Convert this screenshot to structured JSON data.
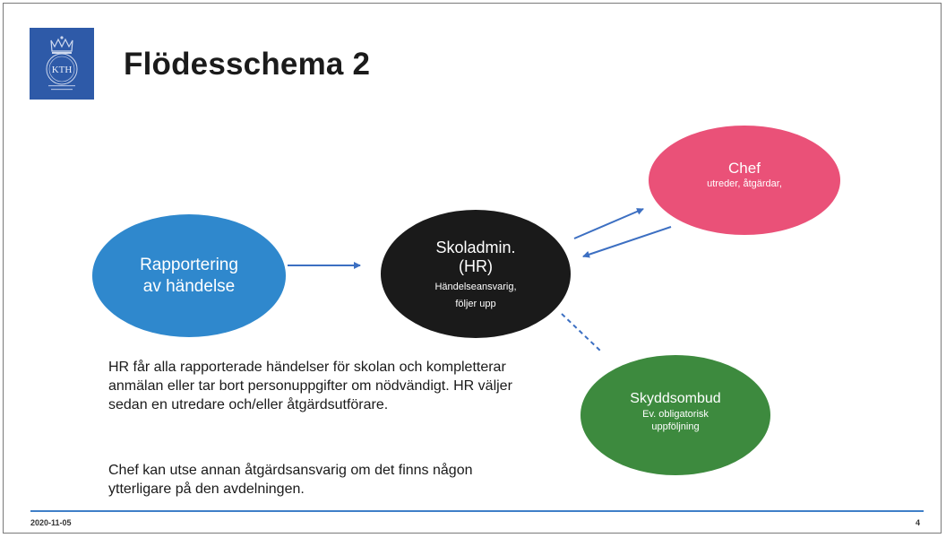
{
  "slide": {
    "title": "Flödesschema 2",
    "logo_text": "KTH",
    "date": "2020-11-05",
    "page_number": "4"
  },
  "nodes": {
    "rapportering": {
      "line1": "Rapportering",
      "line2": "av händelse",
      "color": "#2f88cd"
    },
    "hr": {
      "line1": "Skoladmin.",
      "line2": "(HR)",
      "line3": "Händelseansvarig,",
      "line4": "följer upp",
      "color": "#1a1a1a"
    },
    "chef": {
      "line1": "Chef",
      "line2": "utreder, åtgärdar,",
      "color": "#ea5178"
    },
    "skyddsombud": {
      "line1": "Skyddsombud",
      "line2": "Ev. obligatorisk",
      "line3": "uppföljning",
      "color": "#3d8a3e"
    }
  },
  "notes": {
    "paragraph1": "HR får alla rapporterade händelser för skolan och kompletterar anmälan eller tar bort personuppgifter om nödvändigt. HR väljer sedan en utredare och/eller åtgärdsutförare.",
    "paragraph2": "Chef kan utse annan åtgärdsansvarig om det finns någon ytterligare på den avdelningen."
  },
  "colors": {
    "arrow": "#3c6fc2",
    "footer_line": "#3f7fc8",
    "logo_bg": "#2e5aa8"
  }
}
